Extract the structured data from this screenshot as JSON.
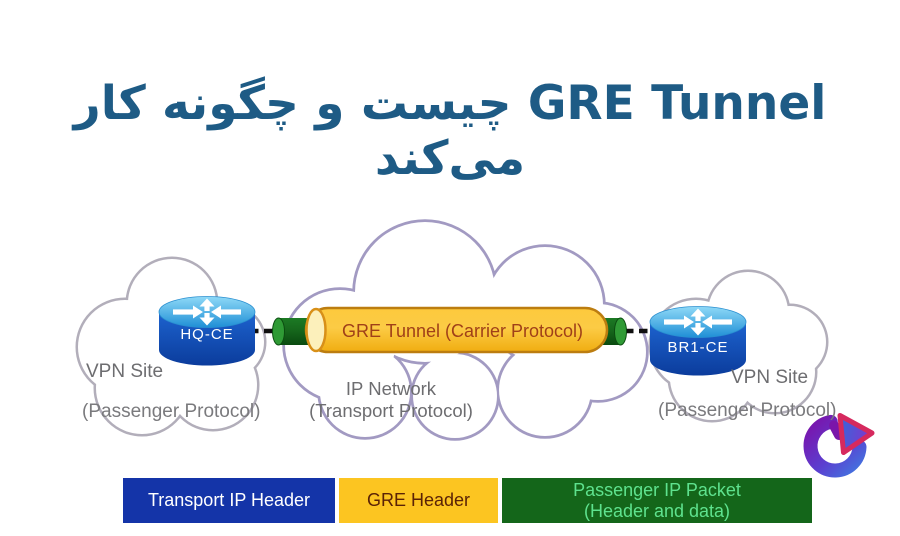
{
  "title": {
    "text": "GRE Tunnel چیست و چگونه کار می‌کند",
    "color": "#1e5b85"
  },
  "diagram": {
    "left_site": {
      "site_label": "VPN Site",
      "protocol_label": "(Passenger Protocol)",
      "router_label": "HQ-CE"
    },
    "right_site": {
      "site_label": "VPN Site",
      "protocol_label": "(Passenger Protocol)",
      "router_label": "BR1-CE"
    },
    "ip_network": {
      "line1": "IP Network",
      "line2": "(Transport Protocol)"
    },
    "tunnel": {
      "label": "GRE Tunnel (Carrier Protocol)"
    }
  },
  "packet_bar": {
    "segments": [
      {
        "name": "transport-ip-header",
        "label": "Transport IP Header",
        "bg": "#1434a8",
        "fg": "#ffffff"
      },
      {
        "name": "gre-header",
        "label": "GRE Header",
        "bg": "#fcc521",
        "fg": "#5a2206"
      },
      {
        "name": "passenger-ip-packet",
        "label_line1": "Passenger IP Packet",
        "label_line2": "(Header and data)",
        "bg": "#14661a",
        "fg": "#5ee28e"
      }
    ]
  },
  "logo": {
    "icon": "play-logo-icon",
    "arc_colors": [
      "#7b13ab",
      "#3e7de2"
    ],
    "play_fill": [
      "#3c63da",
      "#8334cc"
    ],
    "play_stroke": "#d6295e"
  },
  "colors": {
    "background": "#ffffff",
    "title_text": "#1e5b85",
    "cloud_outline_main": "#a29ac2",
    "cloud_outline_sites": "#b2aeba",
    "diagram_text": "#6d6d70",
    "tunnel_yellow": "#fcc332",
    "tunnel_border": "#bc7d10",
    "tunnel_opening": "#fcf0bb",
    "tunnel_label": "#a04018",
    "endcap_green": "#136018",
    "router_blue_top": "#7fd0f2",
    "router_blue_body": "#1454bc",
    "dashed_link": "#101010"
  }
}
